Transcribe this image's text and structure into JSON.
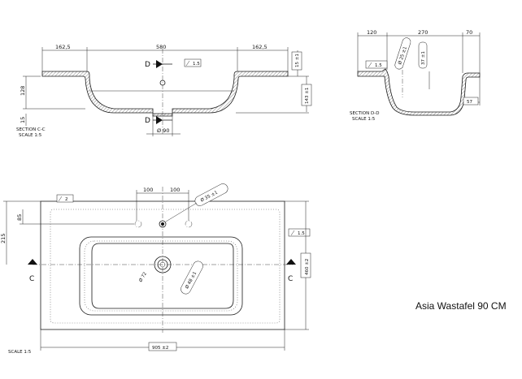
{
  "title": "Asia Wastafel 90 CM",
  "section_cc": {
    "caption": "SECTION C-C",
    "scale": "SCALE 1:5",
    "dims": {
      "left_ledge": "162,5",
      "basin_width": "580",
      "right_ledge": "162,5",
      "height": "128",
      "lip": "15",
      "right_top": "15 ±1",
      "right_depth": "143 ±1",
      "drain": "Ø 90",
      "flatness": "1.5"
    },
    "markers": [
      "D",
      "D"
    ]
  },
  "section_dd": {
    "caption": "SECTION D-D",
    "scale": "SCALE 1:5",
    "dims": {
      "back": "120",
      "middle": "270",
      "front": "70",
      "tap_hole": "Ø 25 ±1",
      "overflow": "37 ±1",
      "flatness": "1.5",
      "bottom": "57"
    }
  },
  "plan": {
    "scale": "SCALE 1:5",
    "dims": {
      "offset_left": "100",
      "offset_right": "100",
      "tap_hole": "Ø 35 ±1",
      "side_a": "85",
      "side_b": "215",
      "depth": "460 ±2",
      "width": "905 ±2",
      "drain_outer": "Ø 72",
      "drain_inner": "Ø 48 ±1",
      "flat_top": "2",
      "flat_right": "1.5"
    },
    "markers": [
      "C",
      "C"
    ]
  }
}
